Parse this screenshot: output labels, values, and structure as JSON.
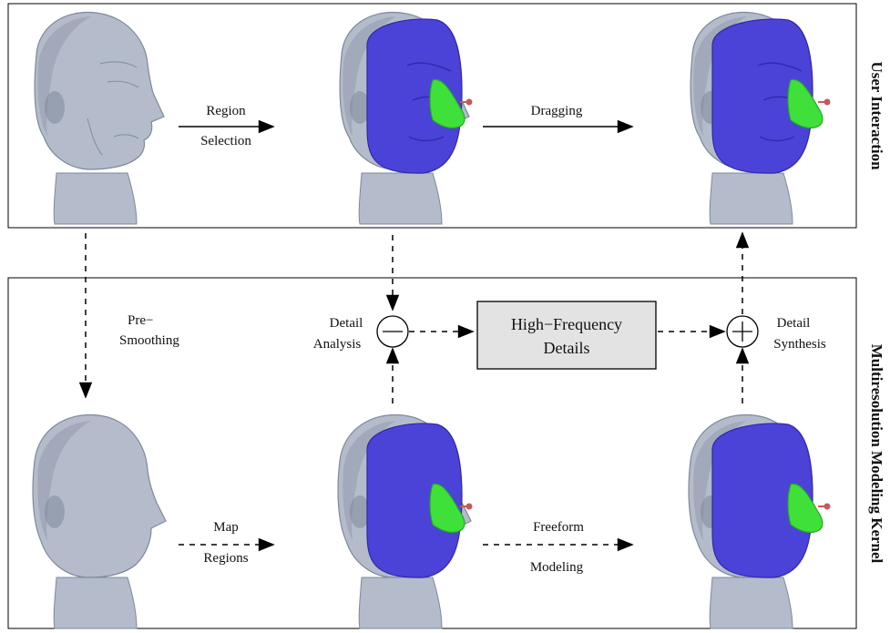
{
  "panels": {
    "top_label": "User Interaction",
    "bottom_label": "Multiresolution Modeling Kernel"
  },
  "arrows": {
    "region_selection": [
      "Region",
      "Selection"
    ],
    "dragging": "Dragging",
    "pre_smoothing": [
      "Pre−",
      "Smoothing"
    ],
    "map_regions": [
      "Map",
      "Regions"
    ],
    "freeform_modeling": [
      "Freeform",
      "Modeling"
    ],
    "detail_analysis": [
      "Detail",
      "Analysis"
    ],
    "detail_synthesis": [
      "Detail",
      "Synthesis"
    ]
  },
  "center_box": [
    "High−Frequency",
    "Details"
  ],
  "operators": {
    "subtract": "−",
    "add": "+"
  },
  "colors": {
    "head": "#b4bccb",
    "head_shadow": "#7f889b",
    "region": "#4b43d8",
    "region_shadow": "#2f28a8",
    "handle": "#3fe03a",
    "handle_shadow": "#26a823",
    "pin": "#c65a5a",
    "box_fill": "#e3e3e3"
  },
  "heads": [
    {
      "name": "head-original",
      "region": false,
      "detailed": true
    },
    {
      "name": "head-selected",
      "region": true,
      "detailed": true
    },
    {
      "name": "head-dragged",
      "region": true,
      "detailed": true,
      "deformed": true
    },
    {
      "name": "head-smoothed",
      "region": false,
      "detailed": false
    },
    {
      "name": "head-smoothed-regions",
      "region": true,
      "detailed": false
    },
    {
      "name": "head-smoothed-modeled",
      "region": true,
      "detailed": false,
      "deformed": true
    }
  ]
}
